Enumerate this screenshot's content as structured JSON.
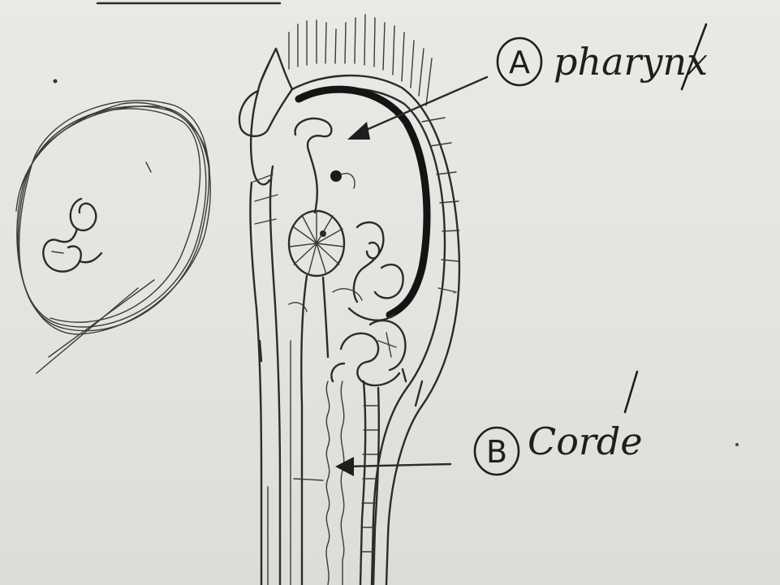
{
  "labels": [
    {
      "letter": "A",
      "word": "pharynx"
    },
    {
      "letter": "B",
      "word": "Corde"
    }
  ]
}
